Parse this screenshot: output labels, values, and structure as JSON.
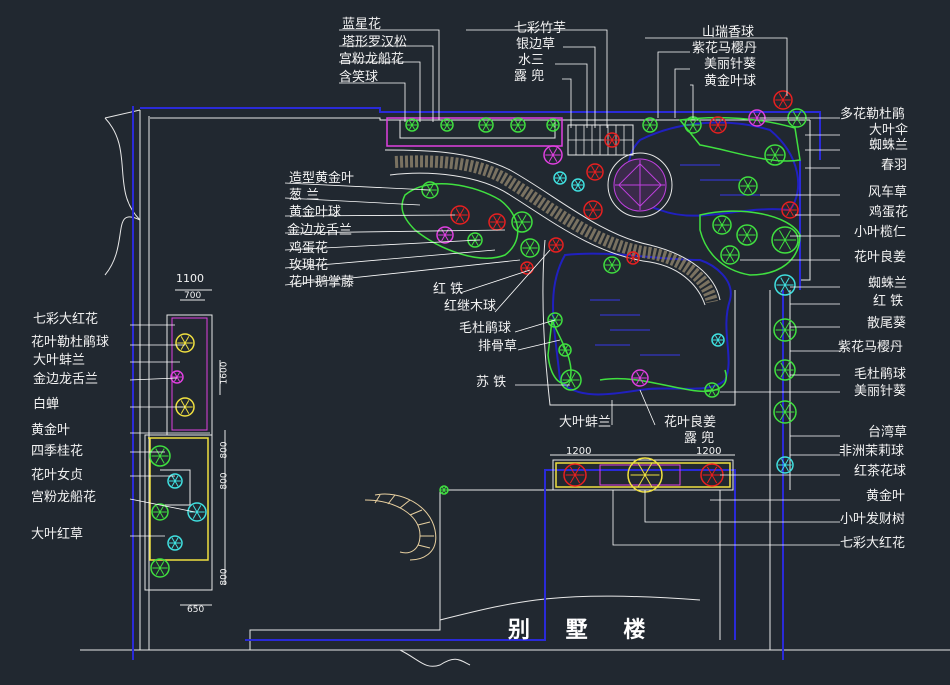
{
  "building_label": "别 墅 楼",
  "labels_top": [
    "蓝星花",
    "塔形罗汉松",
    "宫粉龙船花",
    "含笑球",
    "七彩竹芋",
    "银边草",
    "水三",
    "露 兜",
    "山瑞香球",
    "紫花马樱丹",
    "美丽针葵",
    "黄金叶球"
  ],
  "labels_mid_left": [
    "造型黄金叶",
    "葱 兰",
    "黄金叶球",
    "金边龙舌兰",
    "鸡蛋花",
    "玫瑰花",
    "花叶鹅掌藤"
  ],
  "labels_center": [
    "红 铁",
    "红继木球",
    "毛杜鹃球",
    "排骨草",
    "苏 铁",
    "大叶蚌兰",
    "花叶良姜",
    "露 兜"
  ],
  "labels_left": [
    "七彩大红花",
    "花叶勒杜鹃球",
    "大叶蚌兰",
    "金边龙舌兰",
    "白蝉",
    "黄金叶",
    "四季桂花",
    "花叶女贞",
    "宫粉龙船花",
    "大叶红草"
  ],
  "labels_right": [
    "多花勒杜鹃",
    "大叶伞",
    "蜘蛛兰",
    "春羽",
    "风车草",
    "鸡蛋花",
    "小叶榄仁",
    "花叶良姜",
    "蜘蛛兰",
    "红 铁",
    "散尾葵",
    "紫花马樱丹",
    "毛杜鹃球",
    "美丽针葵",
    "台湾草",
    "非洲茉莉球",
    "红茶花球",
    "黄金叶",
    "小叶发财树",
    "七彩大红花"
  ],
  "dimensions": {
    "left_width": "1100",
    "left_inner": "700",
    "left_v1": "1600",
    "left_v2": "800",
    "left_v3": "800",
    "left_v4": "800",
    "left_bottom": "650",
    "planter_left": "1200",
    "planter_right": "1200"
  },
  "colors": {
    "background": "#212830",
    "leader": "#ffffff",
    "wall": "#2a2ad8",
    "boundary": "#e8e8e8",
    "magenta": "#e040e0",
    "green": "#40e040",
    "yellow": "#f0e040",
    "red": "#e82020",
    "cyan": "#40e0e0"
  }
}
